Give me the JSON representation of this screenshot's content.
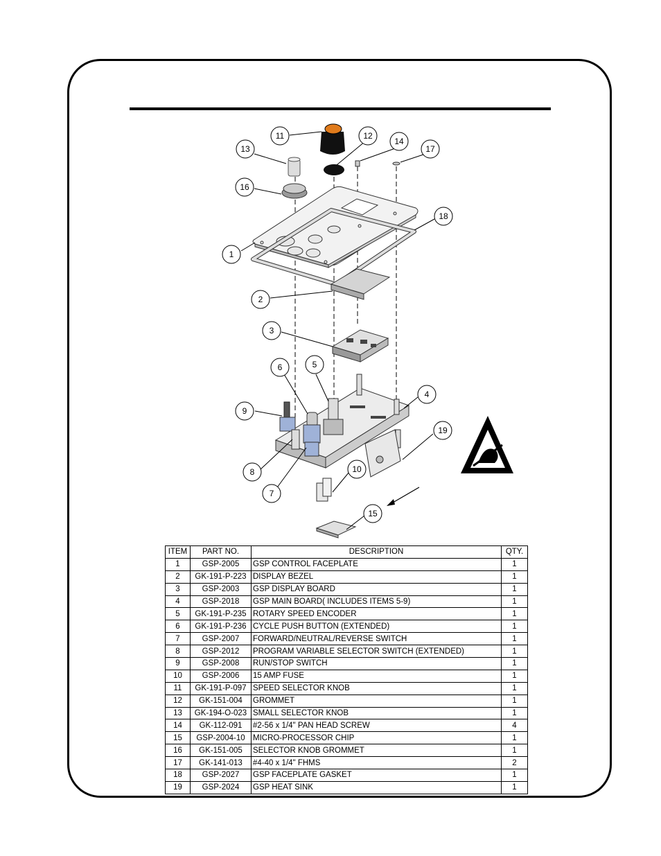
{
  "table": {
    "headers": {
      "item": "ITEM",
      "part_no": "PART NO.",
      "description": "DESCRIPTION",
      "qty": "QTY."
    },
    "rows": [
      {
        "item": "1",
        "part_no": "GSP-2005",
        "description": "GSP CONTROL FACEPLATE",
        "qty": "1"
      },
      {
        "item": "2",
        "part_no": "GK-191-P-223",
        "description": "DISPLAY BEZEL",
        "qty": "1"
      },
      {
        "item": "3",
        "part_no": "GSP-2003",
        "description": "GSP DISPLAY BOARD",
        "qty": "1"
      },
      {
        "item": "4",
        "part_no": "GSP-2018",
        "description": "GSP MAIN BOARD( INCLUDES ITEMS 5-9)",
        "qty": "1"
      },
      {
        "item": "5",
        "part_no": "GK-191-P-235",
        "description": "ROTARY SPEED ENCODER",
        "qty": "1"
      },
      {
        "item": "6",
        "part_no": "GK-191-P-236",
        "description": "CYCLE PUSH BUTTON (EXTENDED)",
        "qty": "1"
      },
      {
        "item": "7",
        "part_no": "GSP-2007",
        "description": "FORWARD/NEUTRAL/REVERSE SWITCH",
        "qty": "1"
      },
      {
        "item": "8",
        "part_no": "GSP-2012",
        "description": "PROGRAM VARIABLE SELECTOR SWITCH (EXTENDED)",
        "qty": "1"
      },
      {
        "item": "9",
        "part_no": "GSP-2008",
        "description": "RUN/STOP SWITCH",
        "qty": "1"
      },
      {
        "item": "10",
        "part_no": "GSP-2006",
        "description": "15 AMP FUSE",
        "qty": "1"
      },
      {
        "item": "11",
        "part_no": "GK-191-P-097",
        "description": "SPEED SELECTOR KNOB",
        "qty": "1"
      },
      {
        "item": "12",
        "part_no": "GK-151-004",
        "description": "GROMMET",
        "qty": "1"
      },
      {
        "item": "13",
        "part_no": "GK-194-O-023",
        "description": "SMALL SELECTOR KNOB",
        "qty": "1"
      },
      {
        "item": "14",
        "part_no": "GK-112-091",
        "description": "#2-56 x 1/4\" PAN HEAD SCREW",
        "qty": "4"
      },
      {
        "item": "15",
        "part_no": "GSP-2004-10",
        "description": "MICRO-PROCESSOR CHIP",
        "qty": "1"
      },
      {
        "item": "16",
        "part_no": "GK-151-005",
        "description": "SELECTOR KNOB GROMMET",
        "qty": "1"
      },
      {
        "item": "17",
        "part_no": "GK-141-013",
        "description": "#4-40 x 1/4\" FHMS",
        "qty": "2"
      },
      {
        "item": "18",
        "part_no": "GSP-2027",
        "description": "GSP FACEPLATE GASKET",
        "qty": "1"
      },
      {
        "item": "19",
        "part_no": "GSP-2024",
        "description": "GSP HEAT SINK",
        "qty": "1"
      }
    ]
  },
  "callouts": [
    "11",
    "12",
    "13",
    "14",
    "17",
    "16",
    "18",
    "1",
    "2",
    "3",
    "6",
    "5",
    "9",
    "4",
    "19",
    "8",
    "7",
    "10",
    "15"
  ],
  "colors": {
    "knob_orange": "#e07b1c",
    "line": "#000000"
  }
}
